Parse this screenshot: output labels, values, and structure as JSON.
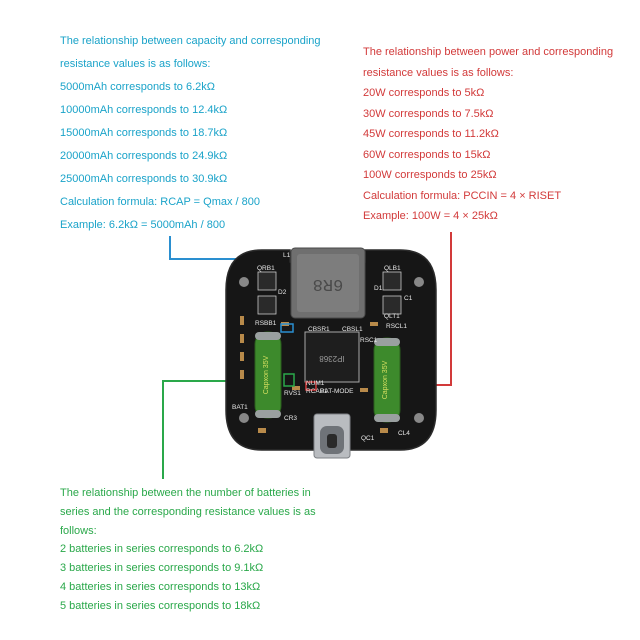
{
  "capacity_note": {
    "lines": [
      "The relationship between capacity and corresponding",
      "resistance values is as follows:",
      "5000mAh corresponds to 6.2kΩ",
      "10000mAh corresponds to 12.4kΩ",
      "15000mAh corresponds to 18.7kΩ",
      "20000mAh corresponds to 24.9kΩ",
      "25000mAh corresponds to 30.9kΩ",
      "Calculation formula: RCAP = Qmax / 800",
      "Example: 6.2kΩ = 5000mAh / 800"
    ],
    "color": "#1aa3c9"
  },
  "power_note": {
    "lines": [
      "The relationship between power and corresponding",
      "resistance values is as follows:",
      "20W corresponds to 5kΩ",
      "30W corresponds to 7.5kΩ",
      "45W corresponds to 11.2kΩ",
      "60W corresponds to 15kΩ",
      "100W corresponds to 25kΩ",
      "Calculation formula: PCCIN = 4 × RISET",
      "Example: 100W = 4 × 25kΩ"
    ],
    "color": "#d23a3a"
  },
  "battery_note": {
    "lines": [
      "The relationship between the number of batteries in",
      "series and the corresponding resistance values is as",
      "follows:",
      "2 batteries in series corresponds to 6.2kΩ",
      "3 batteries in series corresponds to 9.1kΩ",
      "4 batteries in series corresponds to 13kΩ",
      "5 batteries in series corresponds to 18kΩ"
    ],
    "color": "#2aa84a"
  },
  "board": {
    "inductor_marking": "6R8",
    "chip_marking": "IP2368",
    "silkscreen": {
      "l1": "L1",
      "qrb1": "QRB1",
      "d2": "D2",
      "rsbb1": "RSBB1",
      "cbsr1": "CBSR1",
      "cbsl1": "CBSL1",
      "qlb1": "QLB1",
      "d1": "D1",
      "qlt1": "QLT1",
      "rscl1": "RSCL1",
      "rsc1": "RSC1",
      "num1": "NUM1",
      "rcap1": "RCAP1",
      "rvs1": "RVS1",
      "bat_mode": "BAT-MODE",
      "bat1": "BAT1",
      "cr3": "CR3",
      "qc1": "QC1",
      "cl4": "CL4",
      "c1": "C1"
    },
    "capacitor_text": "Capxon 35V"
  }
}
